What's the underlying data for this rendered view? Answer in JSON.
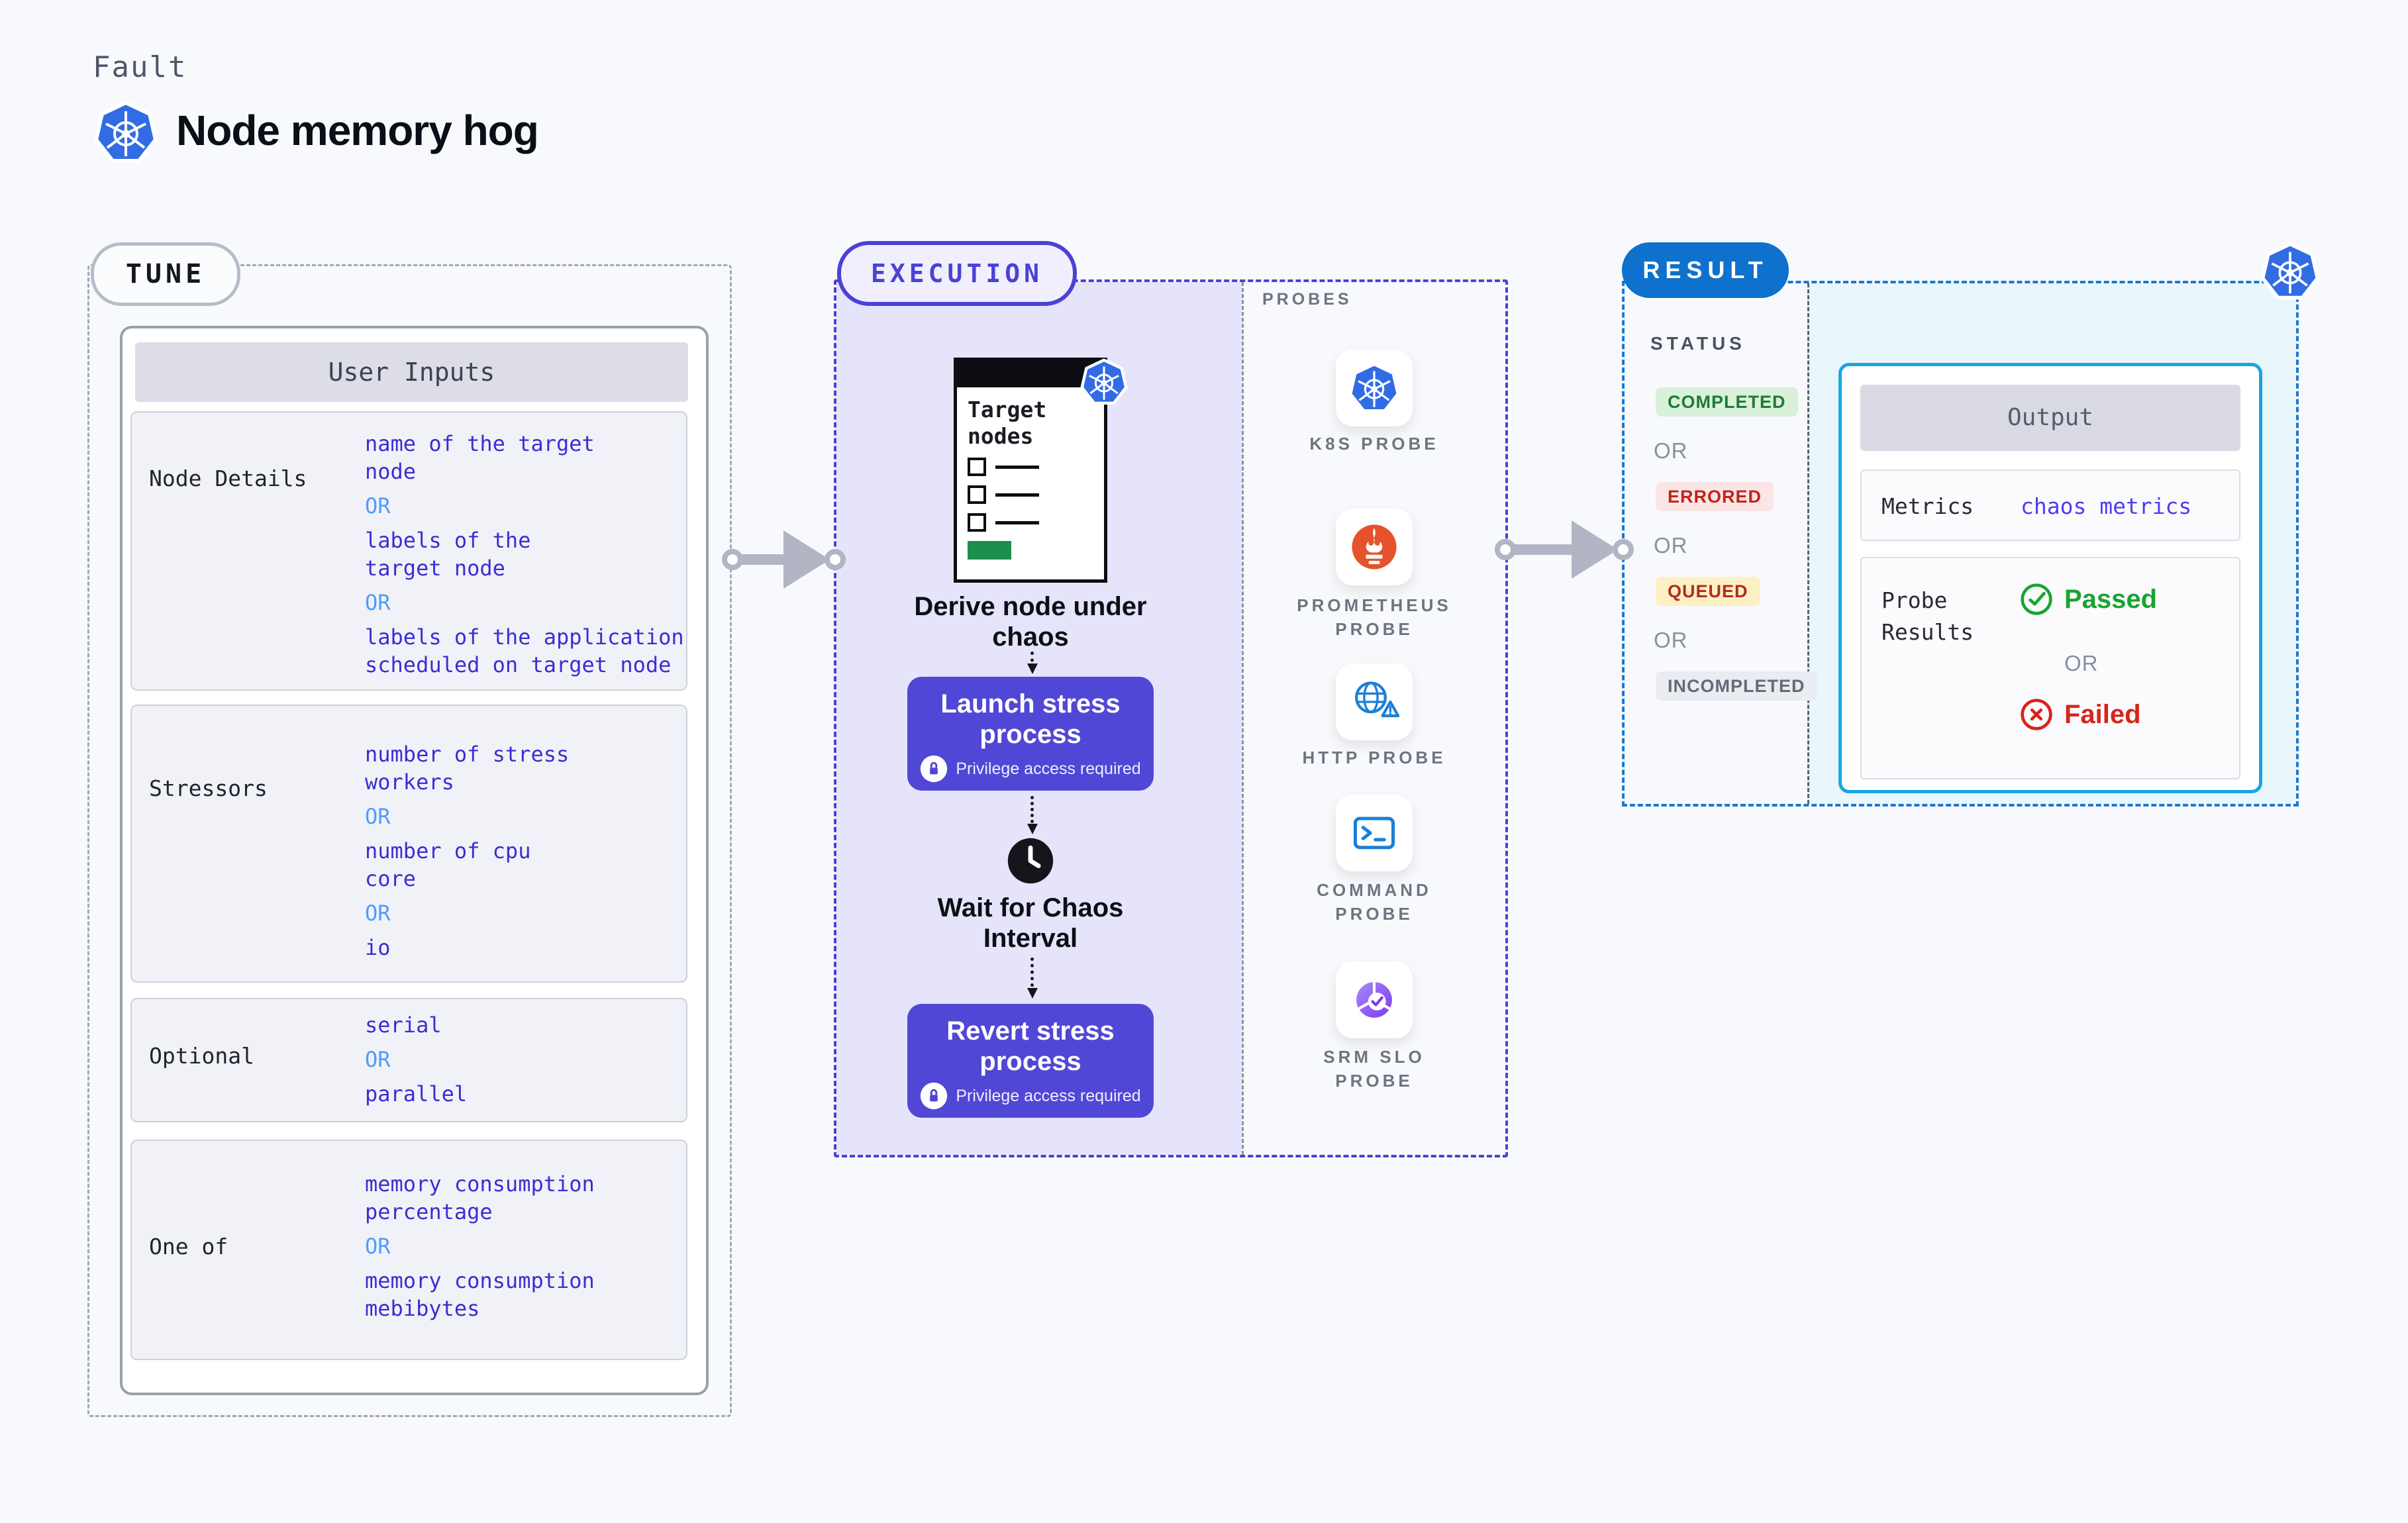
{
  "header": {
    "fault_label": "Fault",
    "title": "Node memory hog"
  },
  "tune": {
    "badge": "TUNE",
    "card_title": "User Inputs",
    "rows": [
      {
        "label": "Node Details",
        "values": [
          "name of the target\nnode",
          "OR",
          "labels of the\ntarget node",
          "OR",
          "labels of the application\nscheduled on target node"
        ]
      },
      {
        "label": "Stressors",
        "values": [
          "number of stress\nworkers",
          "OR",
          "number of cpu\ncore",
          "OR",
          "io"
        ]
      },
      {
        "label": "Optional",
        "values": [
          "serial",
          "OR",
          "parallel"
        ]
      },
      {
        "label": "One of",
        "values": [
          "memory consumption\npercentage",
          "OR",
          "memory consumption\nmebibytes"
        ]
      }
    ]
  },
  "execution": {
    "badge": "EXECUTION",
    "target_window_title": "Target nodes",
    "derive_label": "Derive node under\nchaos",
    "launch_button": {
      "title": "Launch stress\nprocess",
      "note": "Privilege access required"
    },
    "wait_label": "Wait for Chaos\nInterval",
    "revert_button": {
      "title": "Revert stress\nprocess",
      "note": "Privilege access required"
    }
  },
  "probes": {
    "panel_label": "PROBES",
    "items": [
      {
        "icon": "kubernetes-icon",
        "label": "K8S PROBE"
      },
      {
        "icon": "prometheus-icon",
        "label": "PROMETHEUS\nPROBE"
      },
      {
        "icon": "http-globe-icon",
        "label": "HTTP PROBE"
      },
      {
        "icon": "command-terminal-icon",
        "label": "COMMAND\nPROBE"
      },
      {
        "icon": "srm-slo-icon",
        "label": "SRM SLO\nPROBE"
      }
    ]
  },
  "result": {
    "badge": "RESULT",
    "status_label": "STATUS",
    "or_label": "OR",
    "statuses": [
      {
        "label": "COMPLETED",
        "fg": "#1D7C34",
        "bg": "#D9F0DA"
      },
      {
        "label": "ERRORED",
        "fg": "#C3231C",
        "bg": "#FBE5E5"
      },
      {
        "label": "QUEUED",
        "fg": "#B02C20",
        "bg": "#FDF0C4"
      },
      {
        "label": "INCOMPLETED",
        "fg": "#656A78",
        "bg": "#EBECF1"
      }
    ],
    "output": {
      "title": "Output",
      "metrics_label": "Metrics",
      "metrics_value": "chaos metrics",
      "probe_results_label": "Probe\nResults",
      "passed_label": "Passed",
      "or_label": "OR",
      "failed_label": "Failed"
    }
  },
  "colors": {
    "k8s_blue": "#326CE5",
    "execution_accent": "#4A42D6",
    "execution_bg": "#E6E4FA",
    "button_purple": "#5147D6",
    "litmus_pink": "#F65D8E",
    "result_accent": "#0E71CD",
    "result_dash_blue": "#1879D3",
    "result_bg": "#E9F6FC",
    "output_border_cyan": "#18A6E0",
    "value_blue": "#3A2ED3",
    "or_blue": "#4F9DF6",
    "metrics_value_blue": "#4E3CF2",
    "passed_green": "#17A52F",
    "failed_red": "#D6251C",
    "prometheus_orange": "#E6522C",
    "probe_icon_blue": "#1B7FD8",
    "srm_purple": "#7C3AED",
    "window_button_green": "#1E8E4D",
    "arrow_gray": "#B2B5C3"
  }
}
